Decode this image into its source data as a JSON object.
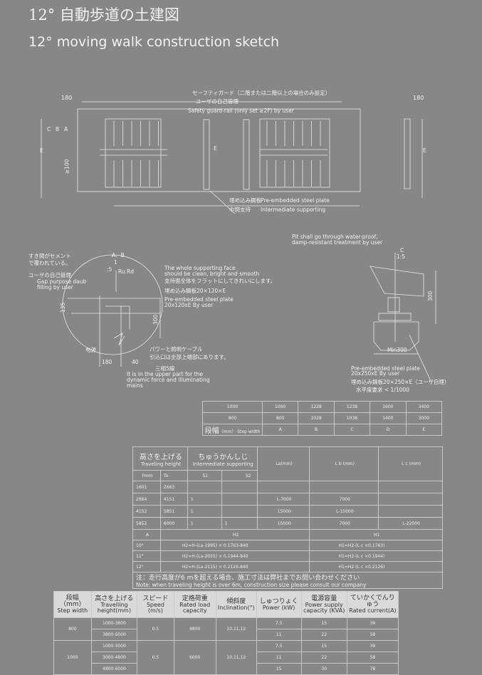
{
  "title_jp": "12° 自動歩道の土建図",
  "title_en": "12° moving walk construction sketch",
  "plan": {
    "dim_left": "180",
    "dim_right": "180",
    "guard_jp": "セーフティガード（二階または二階以上の場合のみ設定）",
    "guard_jp2": "ユーザの自己管理",
    "guard_en": "Safety guard-rail (only set ≥2F) by user",
    "C": "C",
    "B": "B",
    "A": "A",
    "E": "E",
    "min100": "≥100",
    "plate_jp": "埋め込み鋼板",
    "plate_en": "Pre-embedded steel plate",
    "mid_jp": "中間支持",
    "mid_en": "Intermediate supporting"
  },
  "detail_ab": {
    "gap_jp1": "すき間がセメント",
    "gap_jp2": "で覆われている。",
    "label": "A、B",
    "scale": "1",
    "scale5": ":5",
    "rurd": "Ru.Rd",
    "user_jp": "ユーザの自己管理",
    "gap_en1": "Gap purpose daub",
    "gap_en2": "filling by user",
    "face_en1": "The whole supporting face",
    "face_en2": "should be clean, bright and smooth",
    "face_jp": "支持面全体をフラットにしてきれいにします。",
    "plate_jp": "埋め込み鋼板20×120×E",
    "plate_en1": "Pre-embedded steel plate",
    "plate_en2": "20x120xE By user",
    "d135": "135",
    "d300": "300",
    "power_label": "电源",
    "cable_jp1": "パワーと照明ケーブル",
    "cable_jp2": "引込口は全部上端部にあります。",
    "d180": "180",
    "d40": "40",
    "three_phase": "三相5線",
    "mains_en1": "It is in the upper part for the",
    "mains_en2": "dynamic force and illuminating",
    "mains_en3": "mains"
  },
  "detail_c": {
    "pit1": "Pit shall go through water-proof,",
    "pit2": "damp-resistant treatment by user",
    "label": "C",
    "scale": "1:5",
    "d300": "300",
    "min300": "Min300",
    "plate_en1": "Pre-embedded steel plate",
    "plate_en2": "20x250xE By user",
    "plate_jp": "埋め込み鋼板20×250×E（ユーザ自理）",
    "level_jp": "水平度要求 < 1/1000"
  },
  "dim_table": {
    "rows": [
      [
        "1000",
        "1000",
        "1228",
        "1238",
        "1600",
        "3400"
      ],
      [
        "800",
        "800",
        "1028",
        "1038",
        "1400",
        "3000"
      ]
    ],
    "footer_jp": "段幅",
    "footer_unit": "（mm）",
    "footer_en": "Step width",
    "cols": [
      "A",
      "B",
      "C",
      "D",
      "E"
    ]
  },
  "support_table": {
    "h_jp": "高さを上げる",
    "h_en": "Traveling height",
    "s_jp": "ちゅうかんしじ",
    "s_en": "Intermediate supporting",
    "from": "From",
    "to": "To",
    "s1": "S1",
    "s2": "S2",
    "la": "La(mm)",
    "lb": "L b (mm)",
    "lc": "L c (mm)",
    "rows": [
      [
        "1601",
        "2663",
        "",
        "",
        "",
        "",
        ""
      ],
      [
        "2664",
        "4151",
        "1",
        "",
        "L-7000",
        "7000",
        ""
      ],
      [
        "4152",
        "5851",
        "1",
        "",
        "15000",
        "L-15000",
        ""
      ],
      [
        "5852",
        "6000",
        "1",
        "1",
        "15000",
        "7000",
        "L-22000"
      ]
    ],
    "formula_head": [
      "A",
      "H2",
      "H1"
    ],
    "formulas": [
      [
        "10°",
        "H2=H-(La-1995) × 0.1763-840",
        "H1=H2-(L c ×0.1763)"
      ],
      [
        "11°",
        "H2=H-(La-2055) × 0.1944-840",
        "H1=H2-(L c ×0.1944)"
      ],
      [
        "12°",
        "H2=H-(La-2115) × 0.2126-840",
        "H1=H2-(L c ×0.2126)"
      ]
    ],
    "note_jp": "注：走行高度が6 mを超える場合、施工寸法は弊社までお問い合わせください",
    "note_en": "Note: when traveling height is over 6m, construction size please consult our company"
  },
  "spec_table": {
    "headers": [
      [
        "段幅（mm）",
        "Step width"
      ],
      [
        "高さを上げる",
        "Travelling height(mm)"
      ],
      [
        "スピード",
        "Speed (m/s)"
      ],
      [
        "定格荷重",
        "Rated load capacity"
      ],
      [
        "傾斜度",
        "Inclination(°)"
      ],
      [
        "しゅつりょく",
        "Power (kW)"
      ],
      [
        "電源容量",
        "Power supply capacity (KVA)"
      ],
      [
        "ていかくでんりゅう",
        "Rated current(A)"
      ]
    ],
    "groups": [
      {
        "width": "800",
        "speed": "0.5",
        "load": "4800",
        "incl": "10,11,12",
        "rows": [
          [
            "1000-3800",
            "7.5",
            "15",
            "39"
          ],
          [
            "3800-6000",
            "11",
            "22",
            "58"
          ]
        ]
      },
      {
        "width": "1000",
        "speed": "0.5",
        "load": "6000",
        "incl": "10,11,12",
        "rows": [
          [
            "1000-3000",
            "7.5",
            "15",
            "39"
          ],
          [
            "3000-4800",
            "11",
            "22",
            "58"
          ],
          [
            "4800-6000",
            "15",
            "30",
            "78"
          ]
        ]
      }
    ]
  }
}
